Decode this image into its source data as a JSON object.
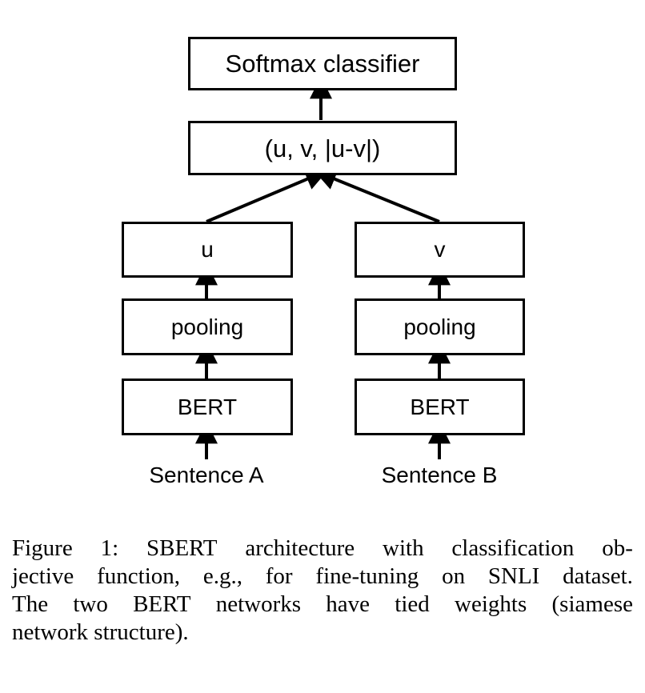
{
  "figure": {
    "title": "Figure 1 - SBERT architecture with classification objective function",
    "nodes": {
      "softmax": "Softmax classifier",
      "concat": "(u, v, |u-v|)",
      "u": "u",
      "v": "v",
      "pooling_a": "pooling",
      "pooling_b": "pooling",
      "bert_a": "BERT",
      "bert_b": "BERT"
    },
    "inputs": {
      "sentence_a": "Sentence A",
      "sentence_b": "Sentence B"
    },
    "edges": [
      {
        "from": "concat",
        "to": "softmax",
        "kind": "vertical-arrow"
      },
      {
        "from": "u",
        "to": "concat",
        "kind": "diagonal-arrow"
      },
      {
        "from": "v",
        "to": "concat",
        "kind": "diagonal-arrow"
      },
      {
        "from": "pooling_a",
        "to": "u",
        "kind": "vertical-arrow"
      },
      {
        "from": "pooling_b",
        "to": "v",
        "kind": "vertical-arrow"
      },
      {
        "from": "bert_a",
        "to": "pooling_a",
        "kind": "vertical-arrow"
      },
      {
        "from": "bert_b",
        "to": "pooling_b",
        "kind": "vertical-arrow"
      },
      {
        "from": "sentence_a",
        "to": "bert_a",
        "kind": "vertical-arrow"
      },
      {
        "from": "sentence_b",
        "to": "bert_b",
        "kind": "vertical-arrow"
      }
    ],
    "colors": {
      "stroke": "#000000",
      "fill": "#ffffff",
      "text": "#000000"
    }
  },
  "caption": {
    "lines": [
      "Figure 1:  SBERT architecture with classification ob-",
      "jective function, e.g., for fine-tuning on SNLI dataset.",
      "The two BERT networks have tied weights (siamese",
      "network structure)."
    ],
    "full_text": "Figure 1: SBERT architecture with classification objective function, e.g., for fine-tuning on SNLI dataset. The two BERT networks have tied weights (siamese network structure)."
  }
}
